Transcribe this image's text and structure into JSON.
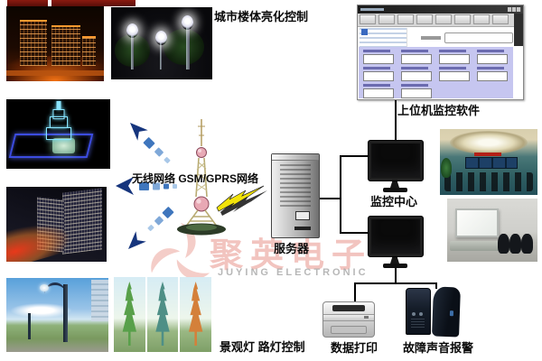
{
  "diagram": {
    "title_top": "城市楼体亮化控制",
    "software_label": "上位机监控软件",
    "network_label": "无线网络 GSM/GPRS网络",
    "server_label": "服务器",
    "monitor_center_label": "监控中心",
    "street_label": "景观灯 路灯控制",
    "print_label": "数据打印",
    "alarm_label": "故障声音报警"
  },
  "watermark": {
    "cn": "聚英电子",
    "en": "JUYING ELECTRONIC"
  },
  "colors": {
    "arrow_navy": "#16357d",
    "dash_blue": "#6d9bd4",
    "software_panel_lavender": "#c6c6f0",
    "watermark_pink": "#eeada4",
    "lightning_yellow": "#f2e30a",
    "wire_black": "#000000"
  },
  "icons": {
    "gsm_tower": "gsm-tower-icon",
    "signal_arrows": "signal-arrow-icon",
    "lightning": "lightning-icon",
    "server": "server-tower-icon",
    "monitor": "monitor-icon",
    "printer": "printer-icon",
    "speakers": "speaker-icon",
    "logo": "pinwheel-logo-icon"
  }
}
